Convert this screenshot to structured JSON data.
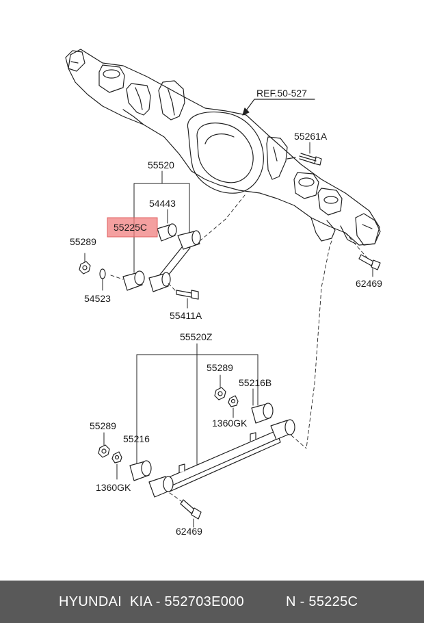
{
  "diagram": {
    "reference": "REF.50-527",
    "highlight_color": "#f08080",
    "labels": {
      "l55261A": "55261A",
      "l55520": "55520",
      "l54443": "54443",
      "l55225C": "55225C",
      "l55289a": "55289",
      "l54523": "54523",
      "l62469a": "62469",
      "l55411A": "55411A",
      "l55520Z": "55520Z",
      "l55289b": "55289",
      "l55216B": "55216B",
      "l1360GKa": "1360GK",
      "l55289c": "55289",
      "l55216": "55216",
      "l1360GKb": "1360GK",
      "l62469b": "62469"
    }
  },
  "footer": {
    "brand_text": "HYUNDAI  KIA - 552703E000",
    "part_text": "N - 55225C",
    "background": "#595959"
  }
}
